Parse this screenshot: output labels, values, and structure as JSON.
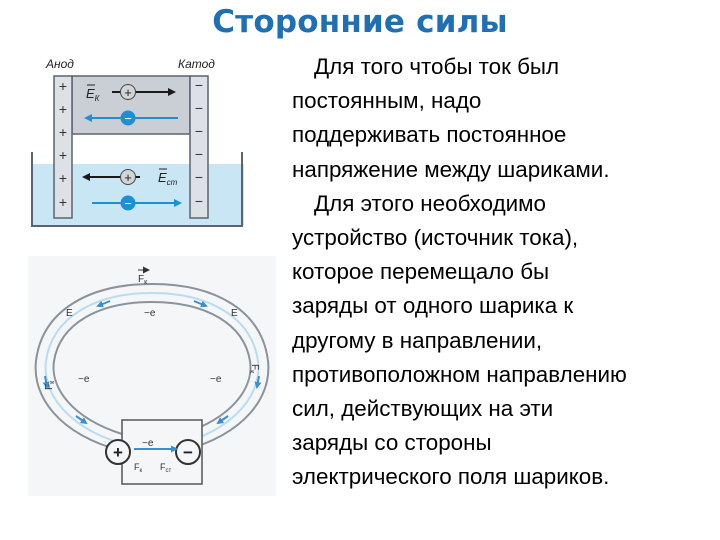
{
  "slide": {
    "title": "Сторонние силы",
    "paragraphs": [
      [
        "Для того чтобы ток был",
        "постоянным, надо",
        "поддерживать постоянное",
        "напряжение между шариками."
      ],
      [
        "Для этого необходимо",
        "устройство (источник тока),",
        "которое перемещало бы",
        "заряды от одного шарика к",
        "другому в направлении,",
        "противоположном направлению",
        "сил, действующих на эти",
        "заряды со стороны",
        "электрического поля шариков."
      ]
    ]
  },
  "figure_top": {
    "anode_label": "Анод",
    "cathode_label": "Катод",
    "plus_signs": [
      "+",
      "+",
      "+",
      "+",
      "+",
      "+"
    ],
    "minus_signs": [
      "−",
      "−",
      "−",
      "−",
      "−",
      "−"
    ],
    "ek_label": "E",
    "ek_sub": "К",
    "est_label": "E",
    "est_sub": "ст",
    "plus_charge": "+",
    "minus_charge": "−",
    "colors": {
      "electrolyte": "#c9e6f5",
      "plate": "#c9cfd5",
      "arrow_blue": "#1f8fd4",
      "frame": "#5a6470"
    }
  },
  "figure_bottom": {
    "fk_label": "F",
    "fk_sub": "к",
    "fst_sub": "ст",
    "e_label": "E",
    "minus_e_label": "−e",
    "plus_ball": "+",
    "minus_ball": "−",
    "colors": {
      "ring": "#8a939c",
      "arrow_blue": "#3b8fd0"
    }
  }
}
